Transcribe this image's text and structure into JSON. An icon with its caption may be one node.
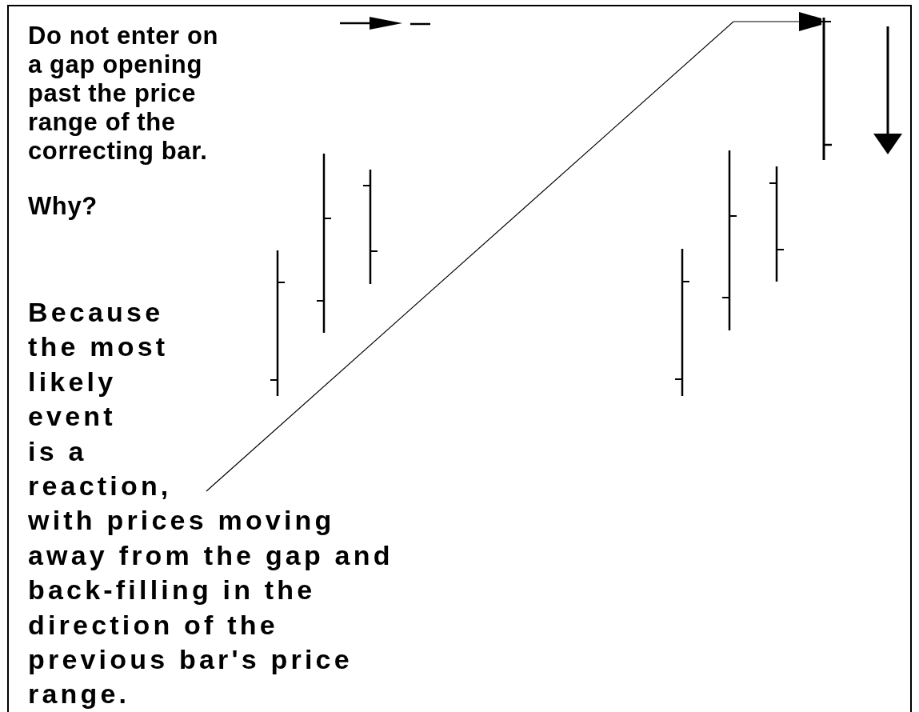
{
  "diagram": {
    "nodes": [
      {
        "text": [
          "Because the most likely event is a reaction, with prices moving away from the gap and back-filling in the direction of the previous bar's price range."
        ]
      },
      {
        "text": [],
        "shape": "bar"
      }
    ],
    "edges": [
      {
        "from": 0,
        "to": 1,
        "arrow": "to"
      }
    ],
    "labels": [
      "Do not enter on a gap opening past the price range of the correcting bar.",
      "Why?"
    ]
  }
}
